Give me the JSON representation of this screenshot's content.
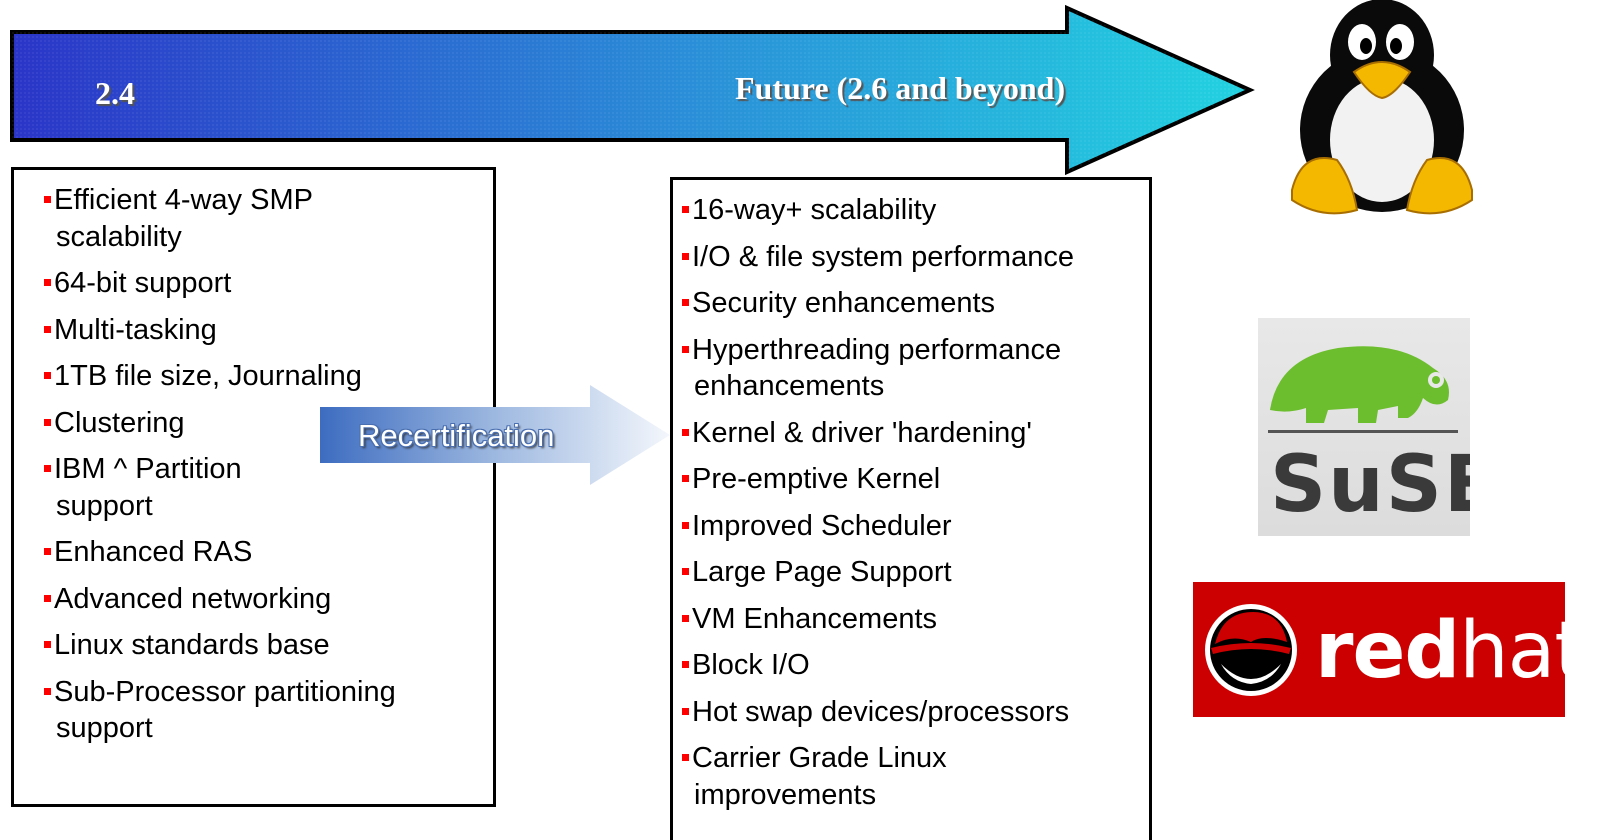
{
  "arrow": {
    "start_label": "2.4",
    "end_label": "Future (2.6 and beyond)",
    "fill_start": "#2a35c8",
    "fill_end": "#1fd0e0"
  },
  "left_box": {
    "items": [
      {
        "lines": [
          "Efficient 4-way SMP",
          "scalability"
        ]
      },
      {
        "lines": [
          "64-bit support"
        ]
      },
      {
        "lines": [
          "Multi-tasking"
        ]
      },
      {
        "lines": [
          "1TB file size, Journaling"
        ]
      },
      {
        "lines": [
          "Clustering"
        ]
      },
      {
        "lines": [
          "IBM ^            Partition",
          "support"
        ]
      },
      {
        "lines": [
          "Enhanced RAS"
        ]
      },
      {
        "lines": [
          "Advanced networking"
        ]
      },
      {
        "lines": [
          "Linux standards base"
        ]
      },
      {
        "lines": [
          "Sub-Processor partitioning",
          "support"
        ]
      }
    ]
  },
  "right_box": {
    "items": [
      {
        "lines": [
          "16-way+ scalability"
        ]
      },
      {
        "lines": [
          "I/O & file system performance"
        ]
      },
      {
        "lines": [
          "Security enhancements"
        ]
      },
      {
        "lines": [
          "Hyperthreading performance",
          "enhancements"
        ]
      },
      {
        "lines": [
          "Kernel & driver 'hardening'"
        ]
      },
      {
        "lines": [
          "Pre-emptive Kernel"
        ]
      },
      {
        "lines": [
          "Improved Scheduler"
        ]
      },
      {
        "lines": [
          "Large Page Support"
        ]
      },
      {
        "lines": [
          "VM Enhancements"
        ]
      },
      {
        "lines": [
          "Block I/O"
        ]
      },
      {
        "lines": [
          "Hot swap devices/processors"
        ]
      },
      {
        "lines": [
          "Carrier Grade Linux",
          "improvements"
        ]
      }
    ]
  },
  "recert": {
    "label": "Recertification"
  },
  "logos": {
    "suse": {
      "text": "SuSE"
    },
    "redhat": {
      "text_bold": "red",
      "text_light": "hat",
      "color": "#cc0000"
    }
  },
  "colors": {
    "bullet": "#ff0000"
  }
}
